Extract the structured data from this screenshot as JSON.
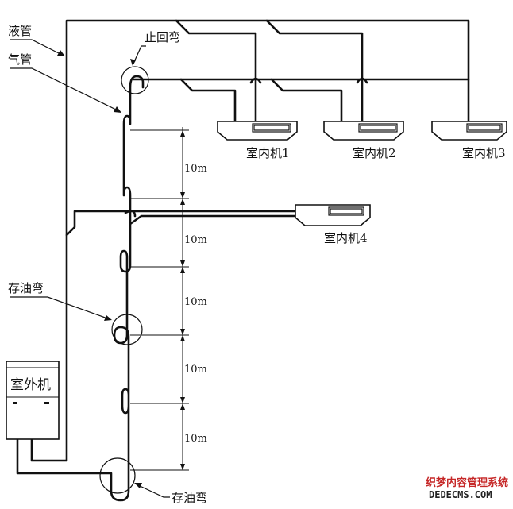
{
  "labels": {
    "liquid_pipe": "液管",
    "gas_pipe": "气管",
    "check_bend": "止回弯",
    "oil_trap_upper": "存油弯",
    "oil_trap_lower": "存油弯"
  },
  "outdoor_unit": {
    "label": "室外机"
  },
  "indoor_units": [
    "室内机1",
    "室内机2",
    "室内机3",
    "室内机4"
  ],
  "dimensions": [
    "10m",
    "10m",
    "10m",
    "10m",
    "10m"
  ],
  "watermark": {
    "line1": "织梦内容管理系统",
    "line2": "DEDECMS.COM"
  }
}
